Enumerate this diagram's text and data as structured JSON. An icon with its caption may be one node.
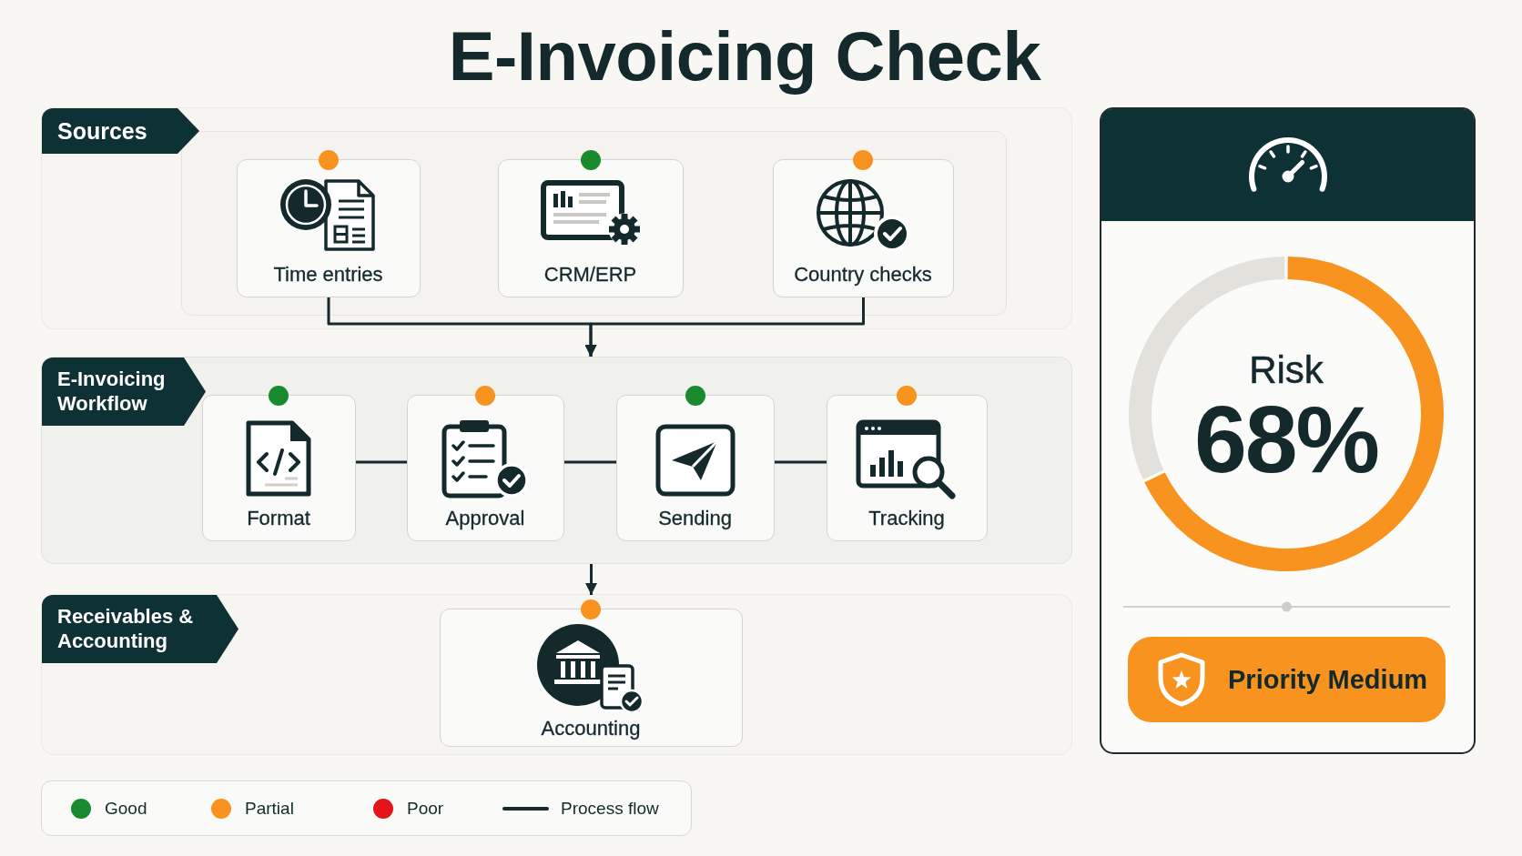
{
  "diagram": {
    "title": "E-Invoicing Check",
    "nodes": [
      {
        "text": [
          "Sources"
        ]
      },
      {
        "text": [
          "Time entries"
        ],
        "in": 0
      },
      {
        "text": [
          "CRM/ERP"
        ],
        "in": 0
      },
      {
        "text": [
          "Country checks"
        ],
        "in": 0
      },
      {
        "text": [
          "E-Invoicing Workflow"
        ]
      },
      {
        "text": [
          "Format"
        ],
        "in": 4
      },
      {
        "text": [
          "Approval"
        ],
        "in": 4
      },
      {
        "text": [
          "Sending"
        ],
        "in": 4
      },
      {
        "text": [
          "Tracking"
        ],
        "in": 4
      },
      {
        "text": [
          "Receivables & Accounting"
        ]
      },
      {
        "text": [
          "Accounting"
        ],
        "in": 9
      },
      {
        "text": [
          "Risk",
          "68%"
        ]
      },
      {
        "text": [
          "Priority Medium"
        ],
        "in": 11
      }
    ],
    "edges": [
      {
        "from": 1,
        "to": 4,
        "arrow": "to"
      },
      {
        "from": 3,
        "to": 4,
        "arrow": "to"
      },
      {
        "from": 5,
        "to": 6,
        "arrow": "none"
      },
      {
        "from": 6,
        "to": 7,
        "arrow": "none"
      },
      {
        "from": 7,
        "to": 8,
        "arrow": "none"
      },
      {
        "from": 4,
        "to": 10,
        "arrow": "to"
      }
    ],
    "legend": [
      {
        "text": "Good",
        "color": "#1a8a2e"
      },
      {
        "text": "Partial",
        "color": "#f7931e"
      },
      {
        "text": "Poor",
        "color": "#e3141b"
      },
      {
        "text": "Process flow"
      }
    ],
    "chart_data": {
      "type": "donut",
      "values": [
        68,
        32
      ]
    }
  }
}
